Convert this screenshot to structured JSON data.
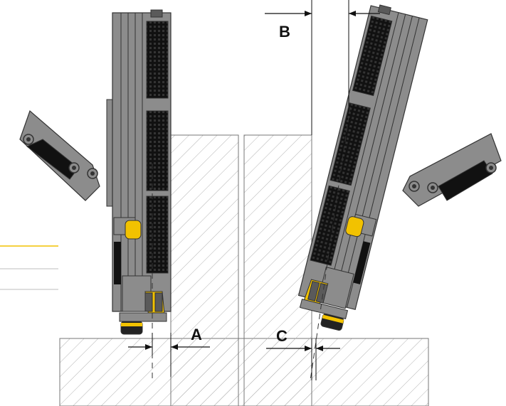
{
  "labels": {
    "a": "A",
    "b": "B",
    "c": "C"
  },
  "colors": {
    "machine_gray": "#8c8c8c",
    "machine_dark": "#5a5a5a",
    "track_black": "#111111",
    "accent_yellow": "#f2c200",
    "hatch": "#b3b3b3",
    "legend_line_1": "#f2c200",
    "legend_line_2": "#bdbdbd",
    "legend_line_3": "#bdbdbd"
  }
}
